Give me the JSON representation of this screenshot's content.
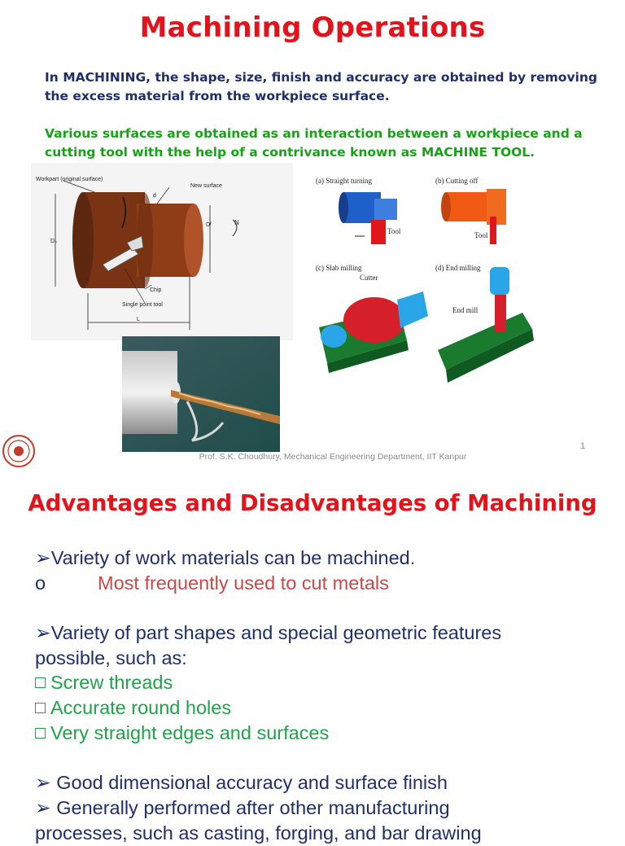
{
  "slide1": {
    "title": "Machining Operations",
    "intro1": "In MACHINING, the shape, size, finish and accuracy are obtained by removing the excess material from the workpiece surface.",
    "intro2": "Various surfaces are obtained as an interaction between a workpiece and a cutting tool with the help of a contrivance known as MACHINE TOOL.",
    "fig_left": {
      "workpart": "Workpart (original surface)",
      "new_surface": "New surface",
      "d": "d",
      "n": "N",
      "d0": "D₀",
      "df": "Dᶠ",
      "chip": "Chip",
      "tool": "Single point tool",
      "l": "L"
    },
    "fig_right": {
      "a": "(a) Straight turning",
      "b": "(b) Cutting off",
      "c": "(c) Slab milling",
      "d": "(d) End milling",
      "tool_a": "Tool",
      "tool_b": "Tool",
      "cutter": "Cutter",
      "end_mill": "End mill"
    },
    "footer": "Prof. S.K. Choudhury, Mechanical Engineering Department, IIT Kanpur",
    "page": "1"
  },
  "slide2": {
    "title": "Advantages and Disadvantages of Machining",
    "b1": "➢Variety of work materials can be machined.",
    "b1_marker": "o",
    "b1_sub": "Most frequently used to cut metals",
    "b2a": "➢Variety of part shapes and special geometric features",
    "b2b": "possible, such as:",
    "items": [
      "Screw threads",
      "Accurate round holes",
      "Very straight edges and surfaces"
    ],
    "b3": "➢ Good dimensional accuracy and surface finish",
    "b4a": "➢ Generally performed after other manufacturing",
    "b4b": "processes, such as casting, forging, and bar drawing"
  },
  "colors": {
    "title_red": "#e3131b",
    "navy": "#1f2f6b",
    "green": "#16a316",
    "sub_red": "#c94848"
  }
}
